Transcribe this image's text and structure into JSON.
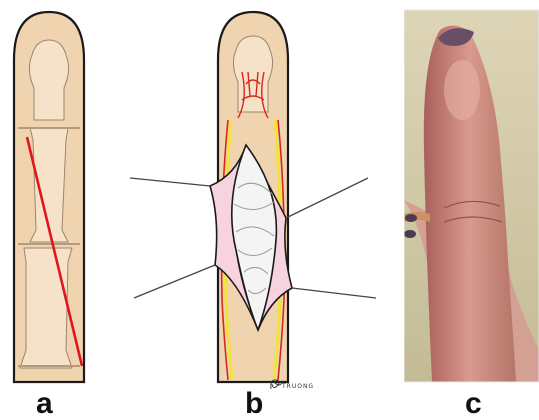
{
  "panels": [
    {
      "id": "a",
      "label": "a"
    },
    {
      "id": "b",
      "label": "b"
    },
    {
      "id": "c",
      "label": "c"
    }
  ],
  "signature": "TRUONG",
  "colors": {
    "skin": "#f0d4b0",
    "bone": "#f3dfc4",
    "outline": "#1a1a1a",
    "incision": "#e0161c",
    "vessel": "#d8261c",
    "nerve": "#f2e23a",
    "flap": "#f6d3df",
    "tendon": "#f4f4f4",
    "photo_bg": "#cfc6a2",
    "nail": "#6a4e66"
  }
}
